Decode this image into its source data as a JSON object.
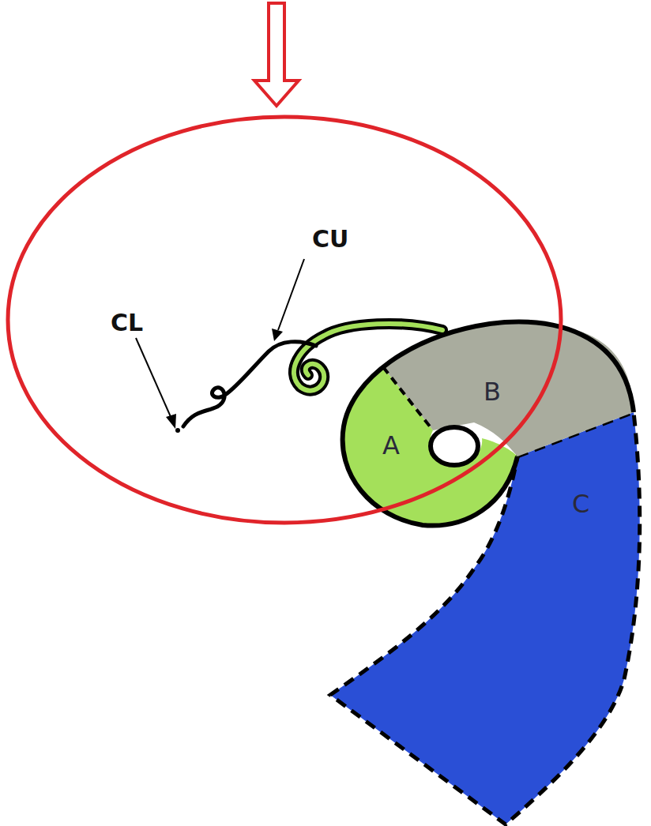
{
  "diagram": {
    "labels": [
      "CU",
      "CL",
      "A",
      "B",
      "C"
    ]
  }
}
